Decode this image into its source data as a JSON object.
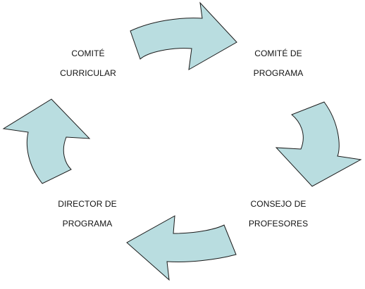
{
  "diagram": {
    "type": "cycle",
    "colors": {
      "arrow_fill": "#b9dde0",
      "arrow_stroke": "#1a1a1a",
      "text": "#111111",
      "background": "#ffffff"
    },
    "nodes": [
      {
        "id": "comite-curricular",
        "lines": [
          "COMITÉ",
          "CURRICULAR"
        ]
      },
      {
        "id": "comite-de-programa",
        "lines": [
          "COMITÉ DE",
          "PROGRAMA"
        ]
      },
      {
        "id": "consejo-de-profesores",
        "lines": [
          "CONSEJO DE",
          "PROFESORES"
        ]
      },
      {
        "id": "director-de-programa",
        "lines": [
          "DIRECTOR DE",
          "PROGRAMA"
        ]
      }
    ],
    "arrows": [
      {
        "from": "comite-curricular",
        "to": "comite-de-programa"
      },
      {
        "from": "comite-de-programa",
        "to": "consejo-de-profesores"
      },
      {
        "from": "consejo-de-profesores",
        "to": "director-de-programa"
      },
      {
        "from": "director-de-programa",
        "to": "comite-curricular"
      }
    ]
  }
}
